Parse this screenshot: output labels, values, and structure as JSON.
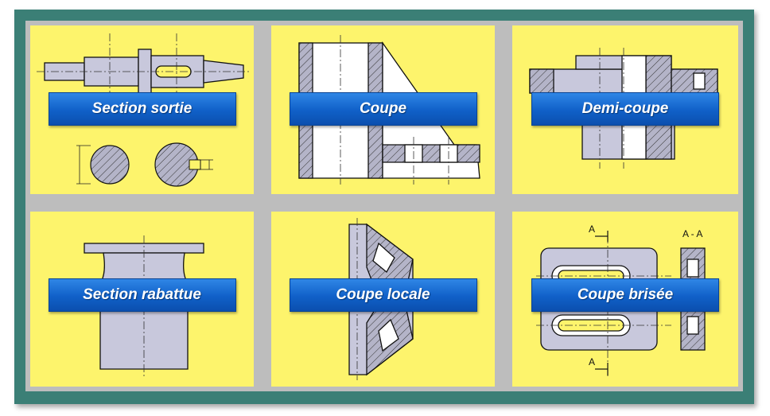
{
  "colors": {
    "frame": "#3b7f76",
    "panel": "#fdf46c",
    "label": "#1a6fd8",
    "part": "#c8c8dc"
  },
  "panels": [
    {
      "label": "Section sortie"
    },
    {
      "label": "Coupe"
    },
    {
      "label": "Demi-coupe"
    },
    {
      "label": "Section rabattue"
    },
    {
      "label": "Coupe locale"
    },
    {
      "label": "Coupe brisée",
      "annotations": {
        "section_mark": "A",
        "section_title": "A - A"
      }
    }
  ]
}
